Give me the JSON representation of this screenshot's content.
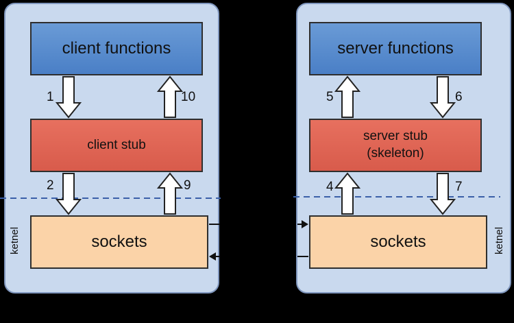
{
  "client": {
    "functions_label": "client functions",
    "stub_label": "client stub",
    "sockets_label": "sockets",
    "kernel_label": "ketnel"
  },
  "server": {
    "functions_label": "server functions",
    "stub_label_line1": "server stub",
    "stub_label_line2": "(skeleton)",
    "sockets_label": "sockets",
    "kernel_label": "ketnel"
  },
  "steps": {
    "s1": "1",
    "s2": "2",
    "s4": "4",
    "s5": "5",
    "s6": "6",
    "s7": "7",
    "s9": "9",
    "s10": "10"
  },
  "colors": {
    "panel_bg": "#c9d9ee",
    "functions_box": "#5a8fd2",
    "stub_box": "#df6454",
    "sockets_box": "#fbd3a8",
    "kernel_line": "#3a5fa8"
  }
}
